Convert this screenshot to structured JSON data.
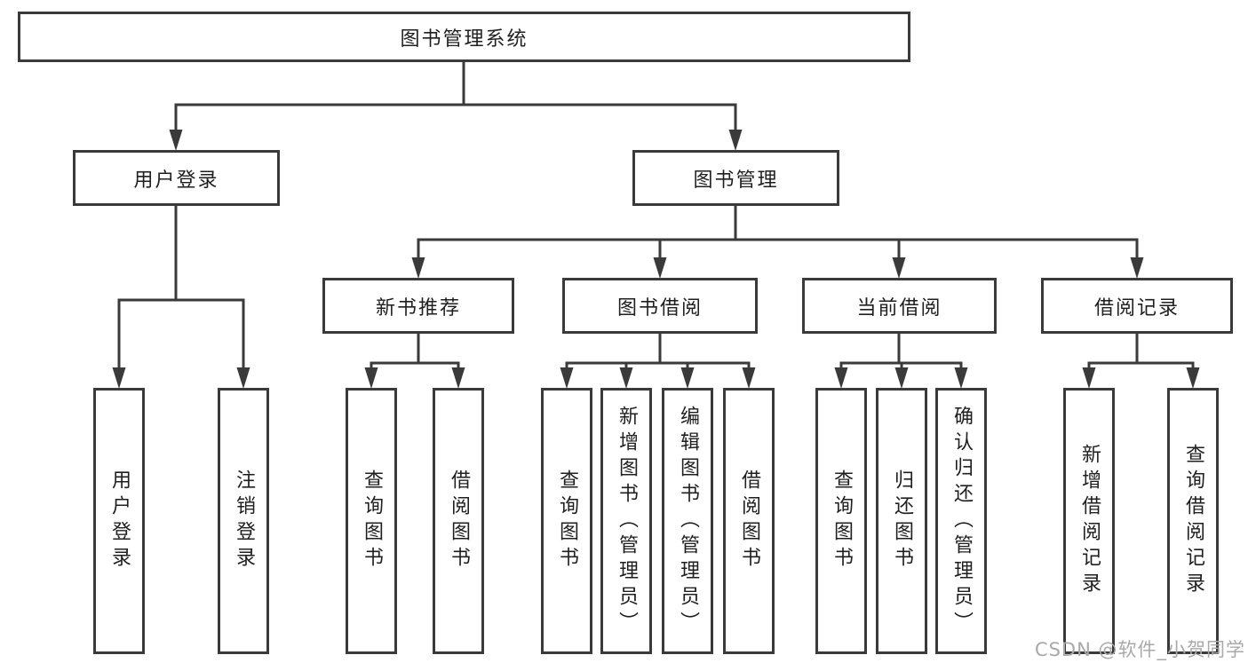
{
  "diagram": {
    "title": "图书管理系统",
    "tree": {
      "label": "图书管理系统",
      "children": [
        {
          "label": "用户登录",
          "children": [
            {
              "label": "用户登录"
            },
            {
              "label": "注销登录"
            }
          ]
        },
        {
          "label": "图书管理",
          "children": [
            {
              "label": "新书推荐",
              "children": [
                {
                  "label": "查询图书"
                },
                {
                  "label": "借阅图书"
                }
              ]
            },
            {
              "label": "图书借阅",
              "children": [
                {
                  "label": "查询图书"
                },
                {
                  "label": "新增图书（管理员）"
                },
                {
                  "label": "编辑图书（管理员）"
                },
                {
                  "label": "借阅图书"
                }
              ]
            },
            {
              "label": "当前借阅",
              "children": [
                {
                  "label": "查询图书"
                },
                {
                  "label": "归还图书"
                },
                {
                  "label": "确认归还（管理员）"
                }
              ]
            },
            {
              "label": "借阅记录",
              "children": [
                {
                  "label": "新增借阅记录"
                },
                {
                  "label": "查询借阅记录"
                }
              ]
            }
          ]
        }
      ]
    },
    "colors": {
      "line": "#3a3a3a",
      "box_border": "#3a3a3a",
      "text": "#1f1f1f",
      "background": "#ffffff",
      "watermark": "#a9a9a9"
    }
  },
  "watermark": {
    "text": "CSDN @软件_小贺同学"
  }
}
